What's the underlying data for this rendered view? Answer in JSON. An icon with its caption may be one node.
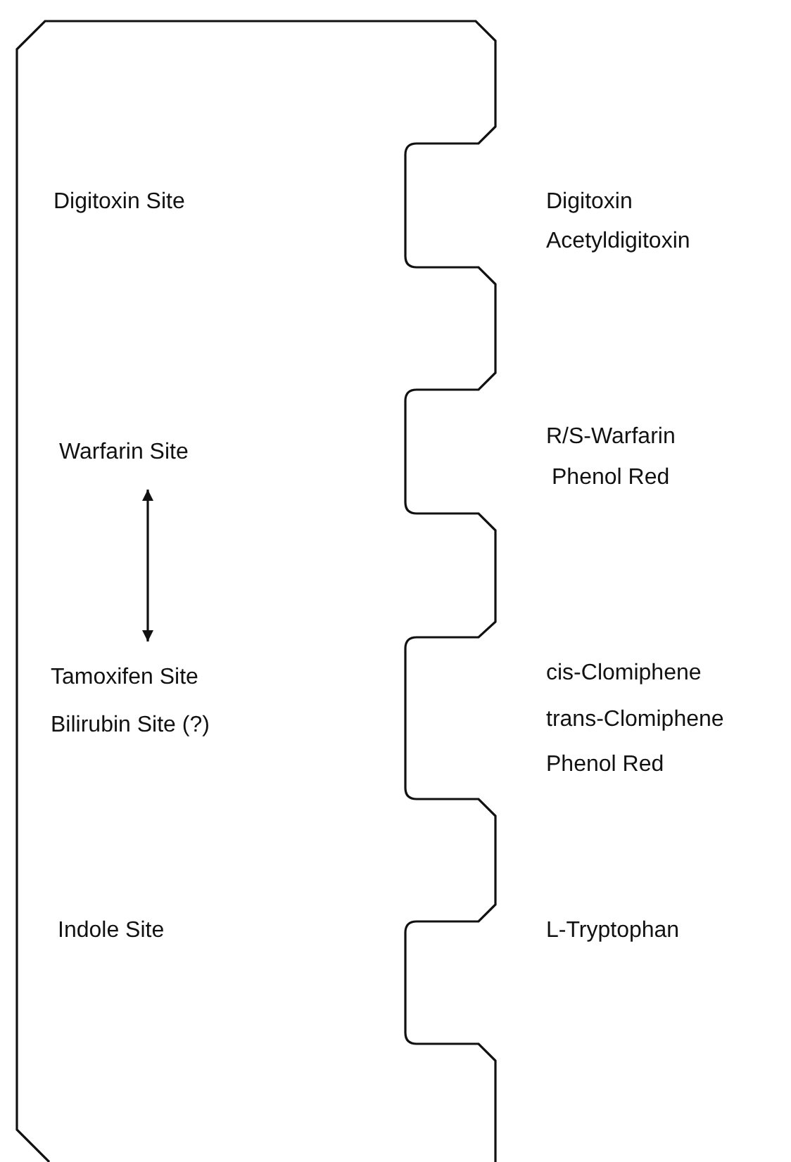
{
  "diagram": {
    "nodes": [
      {
        "text": [],
        "shape": "box"
      },
      {
        "text": [
          "Digitoxin Site"
        ],
        "in": 0
      },
      {
        "text": [
          "Warfarin Site"
        ],
        "in": 0
      },
      {
        "text": [
          "Tamoxifen Site",
          "Bilirubin Site (?)"
        ],
        "in": 0
      },
      {
        "text": [
          "Indole Site"
        ],
        "in": 0
      }
    ],
    "edges": [
      {
        "from": 2,
        "to": 3,
        "arrow": "both"
      }
    ],
    "labels": [
      "Digitoxin",
      "Acetyldigitoxin",
      "R/S-Warfarin",
      "Phenol Red",
      "cis-Clomiphene",
      "trans-Clomiphene",
      "Phenol Red",
      "L-Tryptophan"
    ]
  }
}
